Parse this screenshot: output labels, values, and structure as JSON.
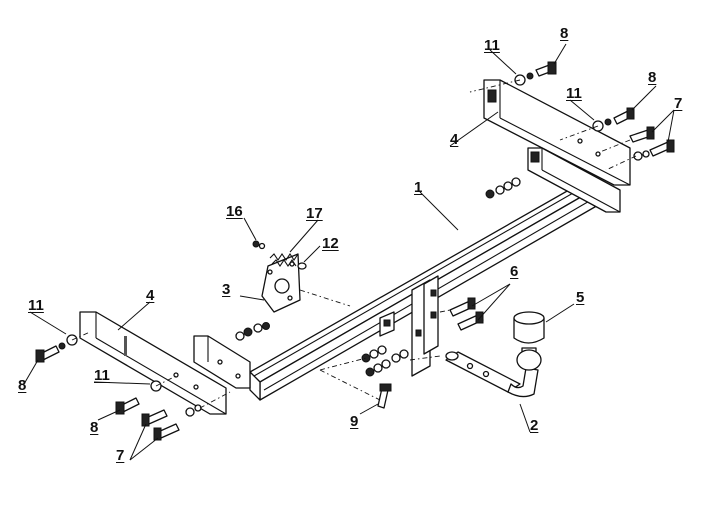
{
  "labels": {
    "l1": "1",
    "l2": "2",
    "l3": "3",
    "l4a": "4",
    "l4b": "4",
    "l5": "5",
    "l6": "6",
    "l7a": "7",
    "l7b": "7",
    "l8a": "8",
    "l8b": "8",
    "l8c": "8",
    "l8d": "8",
    "l9": "9",
    "l11a": "11",
    "l11b": "11",
    "l11c": "11",
    "l11d": "11",
    "l12": "12",
    "l16": "16",
    "l17": "17"
  }
}
